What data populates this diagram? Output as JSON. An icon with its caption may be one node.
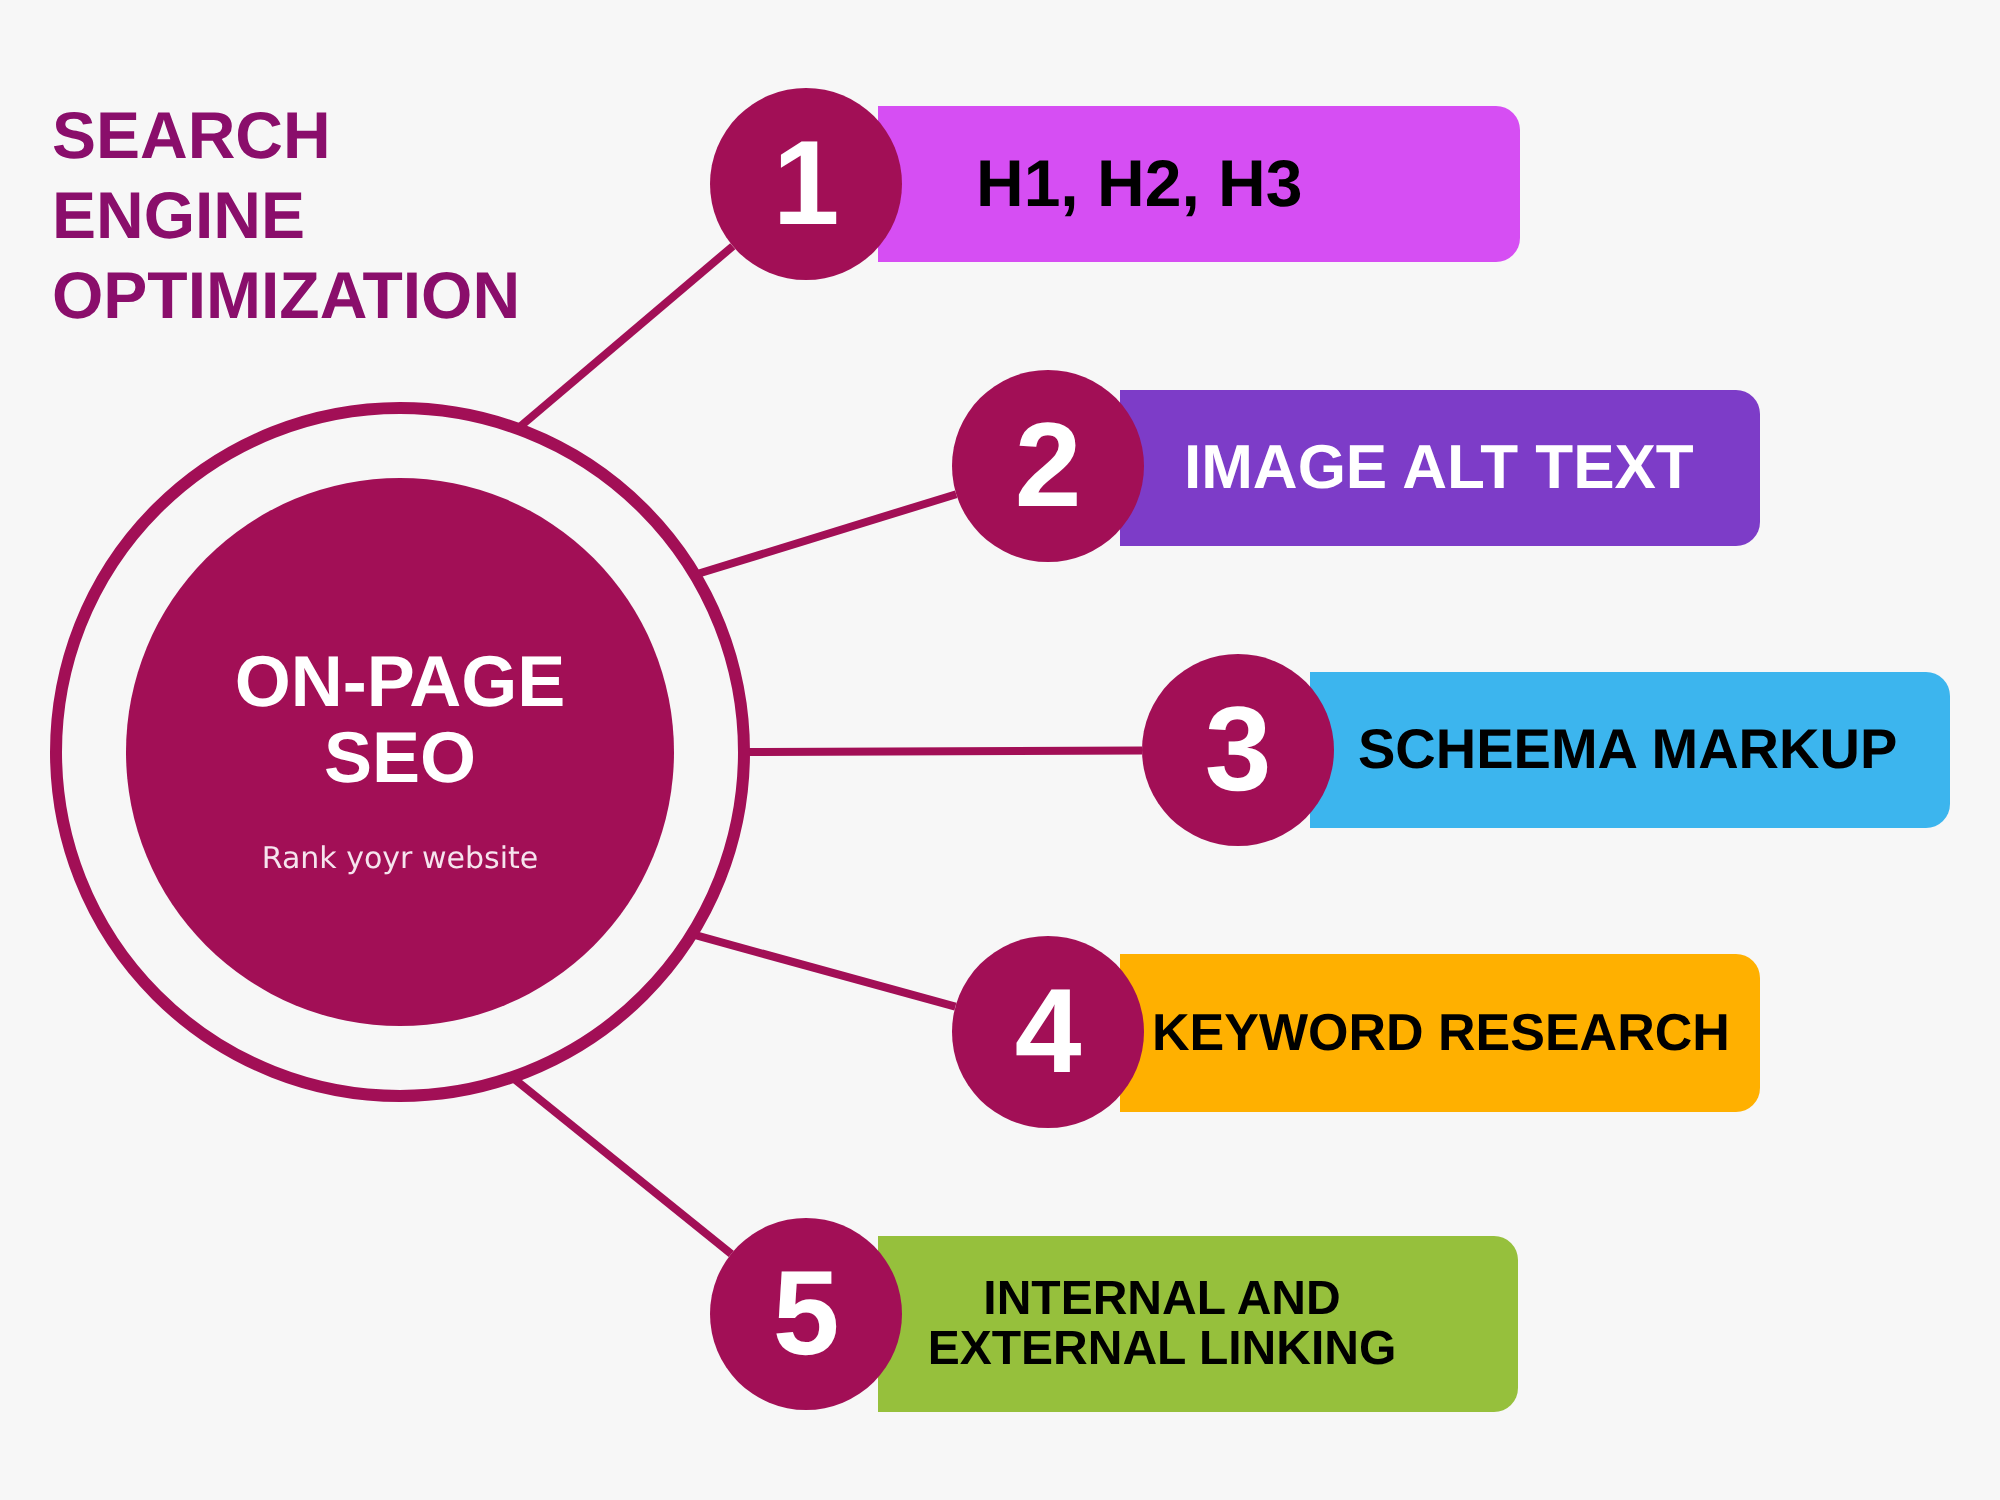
{
  "diagram": {
    "title": "SEARCH ENGINE OPTIMIZATION",
    "nodes": [
      {
        "text": [],
        "shape": "circle"
      },
      {
        "text": [
          "ON-PAGE SEO",
          "Rank yoyr website"
        ],
        "in": 0
      },
      {
        "text": [
          "1"
        ]
      },
      {
        "text": [
          "H1, H2, H3"
        ]
      },
      {
        "text": [
          "2"
        ]
      },
      {
        "text": [
          "IMAGE ALT TEXT"
        ]
      },
      {
        "text": [
          "3"
        ]
      },
      {
        "text": [
          "SCHEEMA MARKUP"
        ]
      },
      {
        "text": [
          "4"
        ]
      },
      {
        "text": [
          "KEYWORD RESEARCH"
        ]
      },
      {
        "text": [
          "5"
        ]
      },
      {
        "text": [
          "INTERNAL AND EXTERNAL LINKING"
        ]
      }
    ],
    "edges": [
      {
        "from": 0,
        "to": 2,
        "arrow": "none"
      },
      {
        "from": 0,
        "to": 4,
        "arrow": "none"
      },
      {
        "from": 0,
        "to": 6,
        "arrow": "none"
      },
      {
        "from": 0,
        "to": 8,
        "arrow": "none"
      },
      {
        "from": 0,
        "to": 10,
        "arrow": "none"
      }
    ]
  }
}
